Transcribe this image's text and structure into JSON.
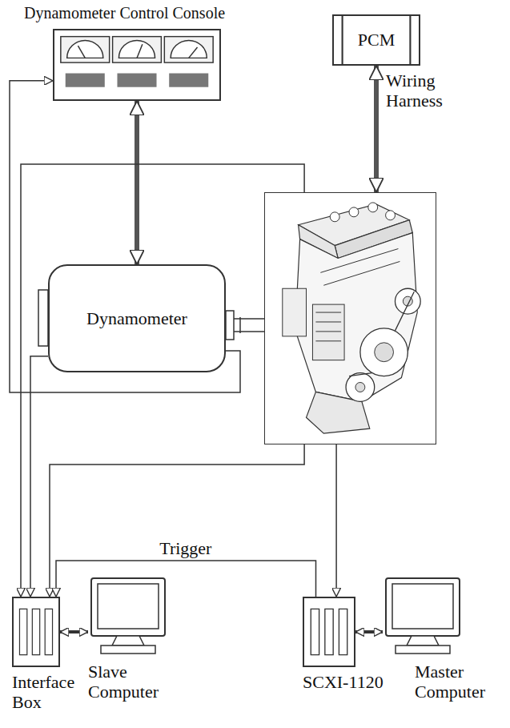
{
  "diagram": {
    "nodes": [
      {
        "text": [
          "Dynamometer Control Console"
        ]
      },
      {
        "text": [
          "PCM"
        ]
      },
      {
        "text": [
          "Dynamometer"
        ]
      },
      {
        "text": []
      },
      {
        "text": [
          "Interface Box"
        ]
      },
      {
        "text": [
          "Slave Computer"
        ]
      },
      {
        "text": [
          "SCXI-1120"
        ]
      },
      {
        "text": [
          "Master Computer"
        ]
      }
    ],
    "edges": [
      {
        "from": 0,
        "to": 2,
        "arrow": "both"
      },
      {
        "from": 1,
        "to": 3,
        "label": "Wiring Harness",
        "arrow": "both"
      },
      {
        "from": 2,
        "to": 0,
        "arrow": "to"
      },
      {
        "from": 2,
        "to": 4,
        "arrow": "to"
      },
      {
        "from": 3,
        "to": 4,
        "arrow": "to"
      },
      {
        "from": 3,
        "to": 4,
        "arrow": "to"
      },
      {
        "from": 3,
        "to": 6,
        "arrow": "to"
      },
      {
        "from": 6,
        "to": 4,
        "label": "Trigger",
        "arrow": "to"
      },
      {
        "from": 4,
        "to": 5,
        "arrow": "both"
      },
      {
        "from": 6,
        "to": 7,
        "arrow": "both"
      }
    ]
  }
}
